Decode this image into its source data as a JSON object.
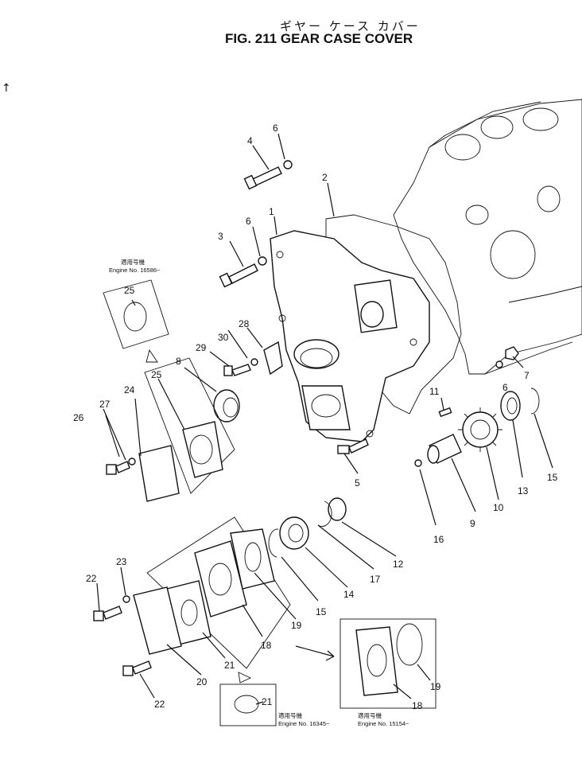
{
  "title_jp": "ギヤー ケース カバー",
  "title_en": "FIG. 211  GEAR CASE COVER",
  "margin_mark": "↑",
  "parts": {
    "p1": "1",
    "p2": "2",
    "p3": "3",
    "p4": "4",
    "p5": "5",
    "p6a": "6",
    "p6b": "6",
    "p6c": "6",
    "p7": "7",
    "p8": "8",
    "p9": "9",
    "p10": "10",
    "p11": "11",
    "p12": "12",
    "p13": "13",
    "p14": "14",
    "p15a": "15",
    "p15b": "15",
    "p16": "16",
    "p17": "17",
    "p18a": "18",
    "p18b": "18",
    "p19a": "19",
    "p19b": "19",
    "p20": "20",
    "p21a": "21",
    "p21b": "21",
    "p22a": "22",
    "p22b": "22",
    "p23": "23",
    "p24": "24",
    "p25a": "25",
    "p25b": "25",
    "p26": "26",
    "p27": "27",
    "p28": "28",
    "p29": "29",
    "p30": "30"
  },
  "notes": {
    "serial_jp": "適用号機",
    "engine_16586": "Engine No. 16586~",
    "engine_16345": "Engine No. 16345~",
    "engine_15154": "Engine No. 15154~"
  }
}
